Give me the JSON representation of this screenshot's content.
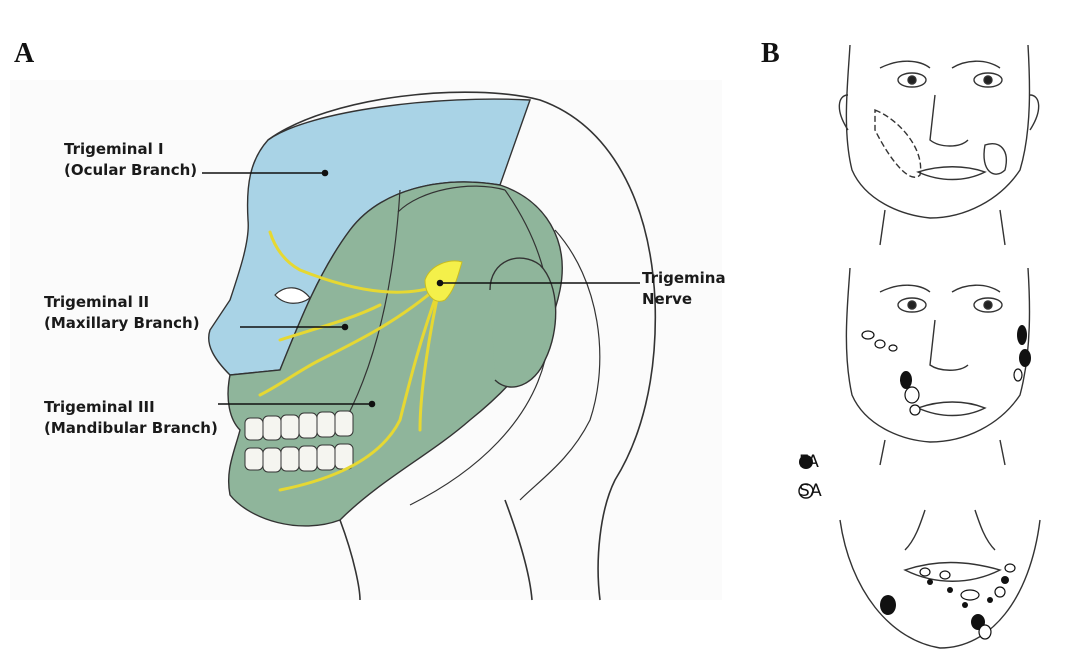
{
  "panels": {
    "a": "A",
    "b": "B"
  },
  "labels": {
    "trigeminal_1": {
      "line1": "Trigeminal I",
      "line2": "(Ocular Branch)"
    },
    "trigeminal_2": {
      "line1": "Trigeminal II",
      "line2": "(Maxillary Branch)"
    },
    "trigeminal_3": {
      "line1": "Trigeminal III",
      "line2": "(Mandibular Branch)"
    },
    "nerve": {
      "line1": "Trigemina",
      "line2": "Nerve"
    }
  },
  "legend": {
    "fa": "FA",
    "sa": "SA"
  },
  "colors": {
    "ocular": "#a9d3e6",
    "maxillary": "#8fb59b",
    "nerve": "#f4f04a",
    "line": "#222222"
  }
}
